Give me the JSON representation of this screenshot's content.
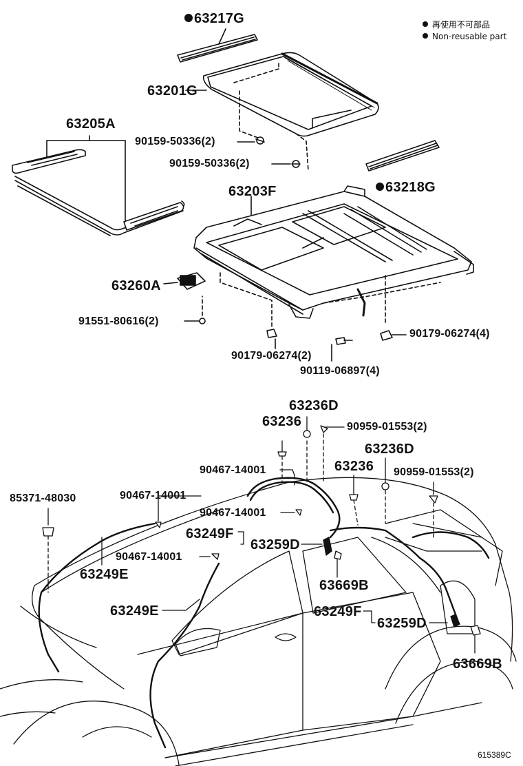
{
  "legend": {
    "jp": "再使用不可部品",
    "en": "Non-reusable part"
  },
  "parts": {
    "p63217G": "63217G",
    "p63201G": "63201G",
    "p63205A": "63205A",
    "p90159a": "90159-50336(2)",
    "p90159b": "90159-50336(2)",
    "p63218G": "63218G",
    "p63203F": "63203F",
    "p63260A": "63260A",
    "p91551": "91551-80616(2)",
    "p90179r": "90179-06274(4)",
    "p90179l": "90179-06274(2)",
    "p90119": "90119-06897(4)",
    "p63236Da": "63236D",
    "p63236a": "63236",
    "p90959a": "90959-01553(2)",
    "p63236Db": "63236D",
    "p90467a": "90467-14001",
    "p63236b": "63236",
    "p90959b": "90959-01553(2)",
    "p85371": "85371-48030",
    "p90467b": "90467-14001",
    "p90467c": "90467-14001",
    "p63249Fa": "63249F",
    "p63259Da": "63259D",
    "p90467d": "90467-14001",
    "p63249Ea": "63249E",
    "p63669Ba": "63669B",
    "p63249Eb": "63249E",
    "p63249Fb": "63249F",
    "p63259Db": "63259D",
    "p63669Bb": "63669B"
  },
  "figure_number": "615389C"
}
